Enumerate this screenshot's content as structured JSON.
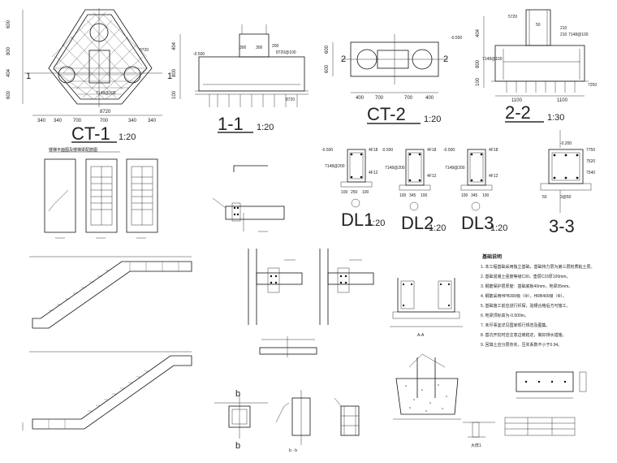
{
  "cap_ct1": {
    "name": "CT-1",
    "scale": "1:20",
    "dim_bottom": [
      "340",
      "340",
      "700",
      "700",
      "340",
      "340"
    ],
    "dim_total": "8720",
    "dim_left": [
      "600",
      "800",
      "404",
      "600"
    ]
  },
  "section_11": {
    "name": "1-1",
    "scale": "1:20",
    "dims": [
      "300",
      "300",
      "200"
    ],
    "level": "-0.500",
    "dim_bottom": "8720",
    "dim_left": [
      "404",
      "800",
      "100"
    ],
    "rebar": "8720@100"
  },
  "cap_ct2": {
    "name": "CT-2",
    "scale": "1:20",
    "dims": [
      "400",
      "700",
      "700",
      "400"
    ],
    "level": "-0.500",
    "dim_left": [
      "600",
      "600"
    ],
    "cut_mark": "2"
  },
  "section_22": {
    "name": "2-2",
    "scale": "1:30",
    "dims": [
      "1100",
      "1100"
    ],
    "dim_left": [
      "404",
      "800",
      "100"
    ],
    "dim_top": [
      "5720",
      "50",
      "210",
      "210"
    ],
    "rebar": "7148@100",
    "rebar_side": "7148@100",
    "rebar_bottom": "7250"
  },
  "stair_note": "楼梯平面图及楼梯梁配筋图",
  "beam_dl1": {
    "name": "DL1",
    "scale": "1:20",
    "dims": [
      "100",
      "250",
      "100"
    ],
    "level": "-0.500",
    "rebar": [
      "4F18",
      "4F12",
      "7148@200"
    ]
  },
  "beam_dl2": {
    "name": "DL2",
    "scale": "1:20",
    "dims": [
      "100",
      "345",
      "100"
    ],
    "level": "-0.500",
    "rebar": [
      "4F18",
      "4F12",
      "7148@200"
    ]
  },
  "beam_dl3": {
    "name": "DL3",
    "scale": "1:20",
    "dims": [
      "100",
      "345",
      "100"
    ],
    "level": "-0.500",
    "rebar": [
      "4F18",
      "4F12",
      "7148@200"
    ]
  },
  "section_33": {
    "name": "3-3",
    "dims": [
      "50",
      "3@50"
    ],
    "level": "-0.200",
    "rebar": [
      "7750",
      "7520",
      "7540"
    ]
  },
  "notes": {
    "title": "基础说明",
    "lines": [
      "1. 本工程基础采用独立基础，基础持力层为第三层粉质粘土层。",
      "2. 基础混凝土强度等级C30，垫层C15厚100mm。",
      "3. 钢筋保护层厚度：基础底板40mm，地梁35mm。",
      "4. 钢筋采用HPB300级（Φ），HRB400级（Φ）。",
      "5. 基础施工前应进行钎探，验槽合格后方可施工。",
      "6. 地梁顶标高为-0.500m。",
      "7. 未尽事宜详见国家现行规范及图集。",
      "8. 基坑开挖时应注意边坡稳定，做好排水措施。",
      "9. 回填土应分层夯实，压实系数不小于0.94。"
    ]
  },
  "detail_labels": {
    "cut_b": "b",
    "cut_b2": "b",
    "section_bb": "b - b",
    "detail_a": "A-A",
    "detail_1": "大样1"
  },
  "colors": {
    "line": "#111111",
    "background": "#ffffff"
  }
}
